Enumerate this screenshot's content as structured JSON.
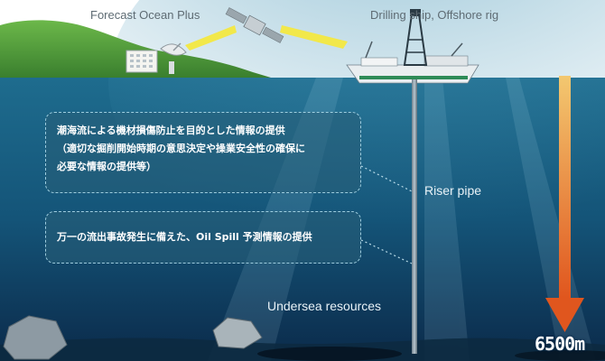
{
  "labels": {
    "forecast": "Forecast Ocean Plus",
    "drilling": "Drilling ship, Offshore rig",
    "riser": "Riser pipe",
    "undersea": "Undersea resources",
    "depth": "6500m"
  },
  "box1": {
    "lines": [
      "潮海流による機材損傷防止を目的とした情報の提供",
      "（適切な掘削開始時期の意思決定や操業安全性の確保に",
      "必要な情報の提供等）"
    ]
  },
  "box2": {
    "lines": [
      "万一の流出事故発生に備えた、Oil Spill 予測情報の提供"
    ]
  },
  "colors": {
    "sky": "#ffffff",
    "land": "#4f9a3c",
    "sea_top": "#1e6c8e",
    "sea_bottom": "#0b2a4a",
    "arrow_top": "#f3c870",
    "arrow_bottom": "#e0561e",
    "beam": "#f2e84a"
  }
}
